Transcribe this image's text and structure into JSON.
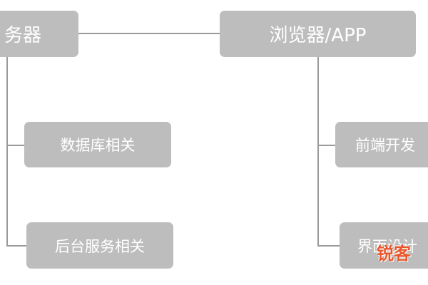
{
  "diagram": {
    "nodes": {
      "server": "务器",
      "browser": "浏览器/APP",
      "database": "数据库相关",
      "backend": "后台服务相关",
      "frontend": "前端开发",
      "ui_design": "界面设计"
    }
  },
  "watermark": {
    "text": "锐客"
  },
  "colors": {
    "node_fill": "#bdbdbd",
    "node_text": "#ffffff",
    "line": "#9a9a9a",
    "watermark": "#e8572b"
  }
}
